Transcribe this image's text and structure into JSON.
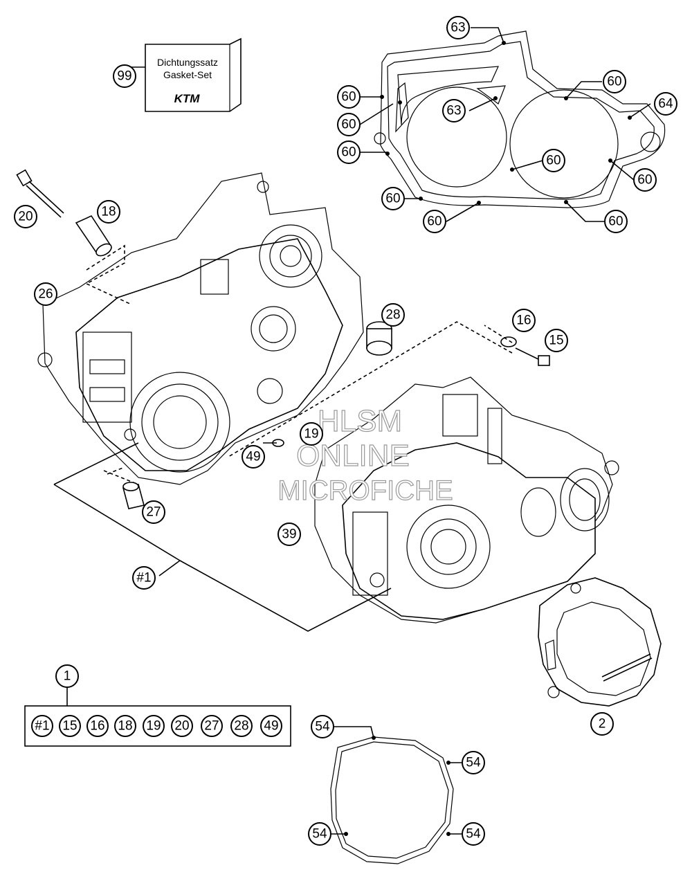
{
  "gasket_set": {
    "line1": "Dichtungssatz",
    "line2": "Gasket-Set",
    "logo": "KTM"
  },
  "callouts": {
    "c99": "99",
    "c63a": "63",
    "c63b": "63",
    "c60a": "60",
    "c60b": "60",
    "c60c": "60",
    "c60d": "60",
    "c60e": "60",
    "c60f": "60",
    "c60g": "60",
    "c60h": "60",
    "c60i": "60",
    "c64": "64",
    "c20": "20",
    "c18": "18",
    "c26": "26",
    "c28": "28",
    "c16": "16",
    "c15": "15",
    "c19": "19",
    "c49": "49",
    "c27": "27",
    "c39": "39",
    "c1hash": "#1",
    "c1": "1",
    "c2": "2",
    "c54a": "54",
    "c54b": "54",
    "c54c": "54",
    "c54d": "54"
  },
  "kit_list": [
    "#1",
    "15",
    "16",
    "18",
    "19",
    "20",
    "27",
    "28",
    "49"
  ],
  "watermark": {
    "line1": "HLSM",
    "line2": "ONLINE",
    "line3": "MICROFICHE"
  }
}
